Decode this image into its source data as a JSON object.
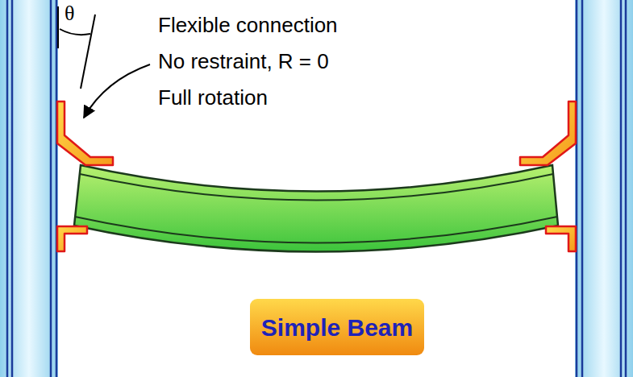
{
  "diagram": {
    "nodes": [
      {
        "text": [
          "Simple Beam"
        ]
      }
    ],
    "labels": [
      "θ",
      "Flexible connection",
      "No restraint, R = 0",
      "Full rotation"
    ]
  }
}
